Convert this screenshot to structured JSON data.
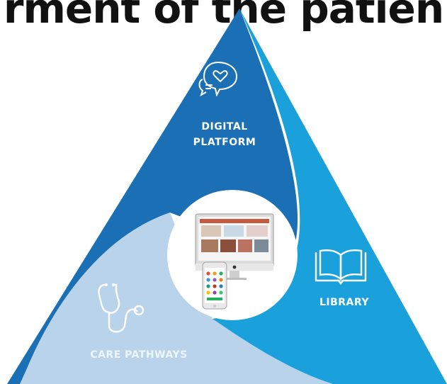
{
  "heading": "rment of the patien",
  "segments": [
    {
      "id": "digital",
      "line1": "DIGITAL",
      "line2": "PLATFORM",
      "icon": "chat-heart-icon",
      "color": "#1a6fb5"
    },
    {
      "id": "library",
      "line1": "LIBRARY",
      "icon": "open-book-icon",
      "color": "#1aa1dc"
    },
    {
      "id": "care",
      "line1": "CARE PATHWAYS",
      "icon": "stethoscope-icon",
      "color": "#b9d3ea"
    }
  ],
  "center": {
    "content": "desktop-monitor-and-smartphone-mockup",
    "monitor_logo": "apple-logo-icon"
  }
}
